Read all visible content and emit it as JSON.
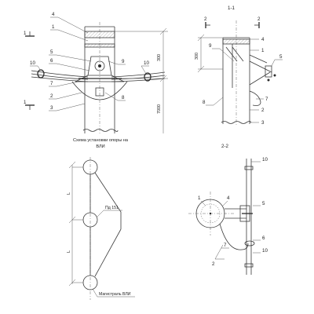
{
  "main_view": {
    "callouts": [
      "4",
      "1",
      "5",
      "6",
      "10",
      "7",
      "2",
      "3",
      "9",
      "8",
      "10"
    ],
    "section_mark": "1",
    "dimensions": {
      "upper": "300",
      "lower": "7000"
    },
    "caption_line1": "Схема установки опоры на",
    "caption_line2": "ВЛИ"
  },
  "section_1_1": {
    "title": "1-1",
    "section_mark": "2",
    "callouts": [
      "4",
      "1",
      "9",
      "5",
      "7",
      "2",
      "3",
      "8"
    ],
    "dimension": "300"
  },
  "plan_view": {
    "branch_label": "Пд 151",
    "main_label": "Магистраль ВЛИ",
    "span_label": "L"
  },
  "section_2_2": {
    "title": "2-2",
    "callouts": [
      "10",
      "1",
      "4",
      "5",
      "6",
      "10",
      "7",
      "2"
    ]
  }
}
